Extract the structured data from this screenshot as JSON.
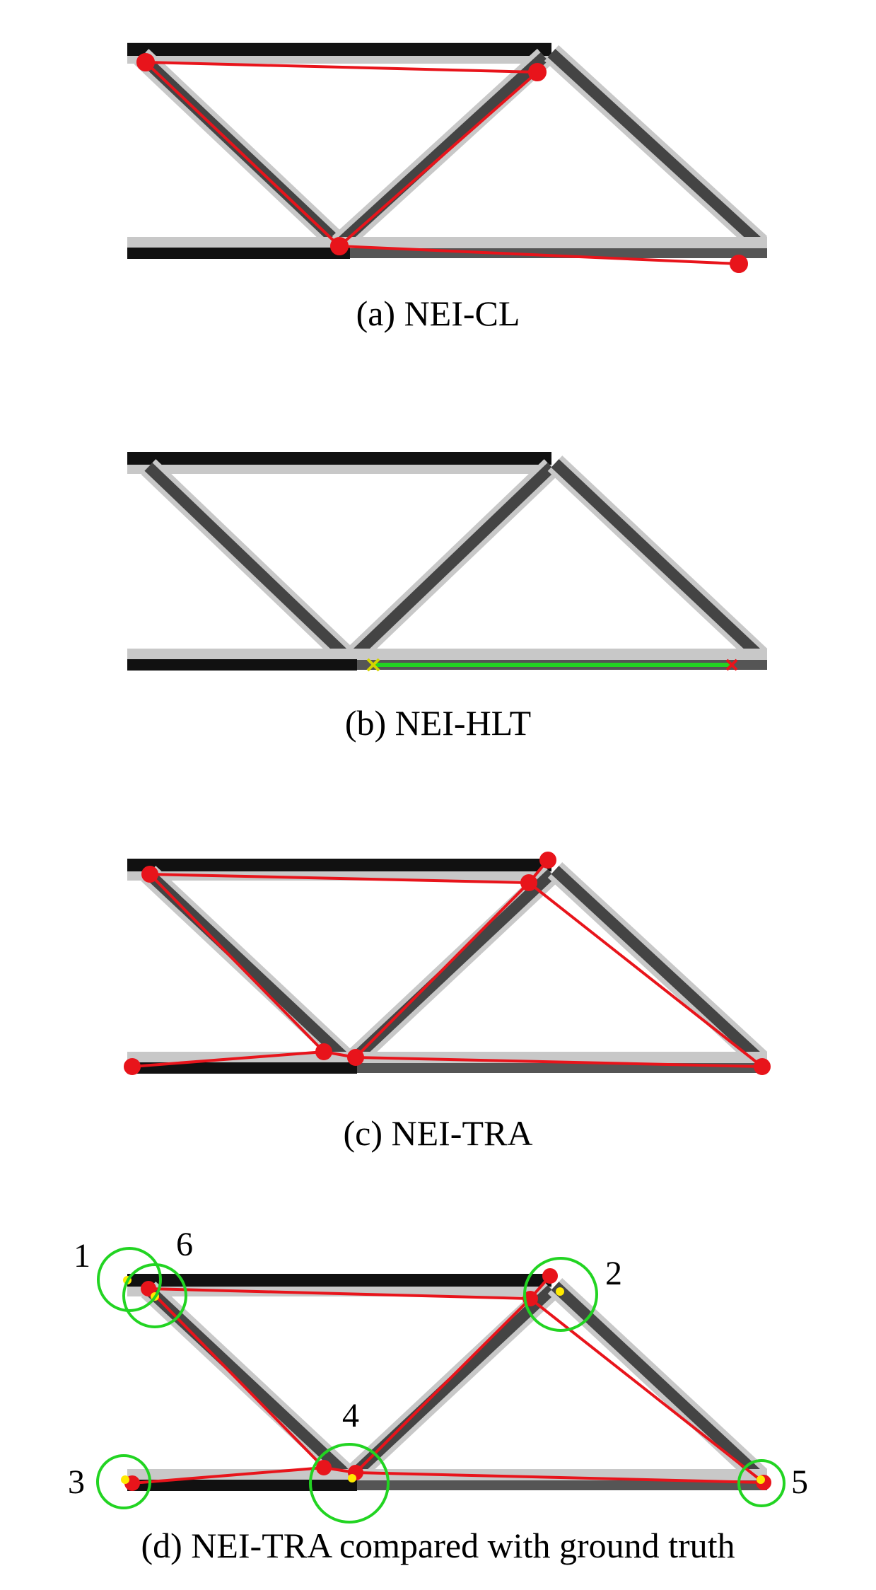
{
  "figure": {
    "panels": [
      {
        "id": "a",
        "caption": "(a) NEI-CL"
      },
      {
        "id": "b",
        "caption": "(b) NEI-HLT"
      },
      {
        "id": "c",
        "caption": "(c) NEI-TRA"
      },
      {
        "id": "d",
        "caption": "(d) NEI-TRA compared with ground truth"
      }
    ],
    "node_labels": [
      "1",
      "2",
      "3",
      "4",
      "5",
      "6"
    ],
    "colors": {
      "truss_dark": "#111111",
      "truss_mid": "#555555",
      "truss_light": "#c8c8c8",
      "detected_graph": "#e8141b",
      "hlt_line": "#22d422",
      "ground_truth_point": "#ffea00",
      "ground_truth_circle": "#22d422",
      "hlt_end_marker": "#d4d400",
      "hlt_end_marker_2": "#e8141b"
    }
  }
}
